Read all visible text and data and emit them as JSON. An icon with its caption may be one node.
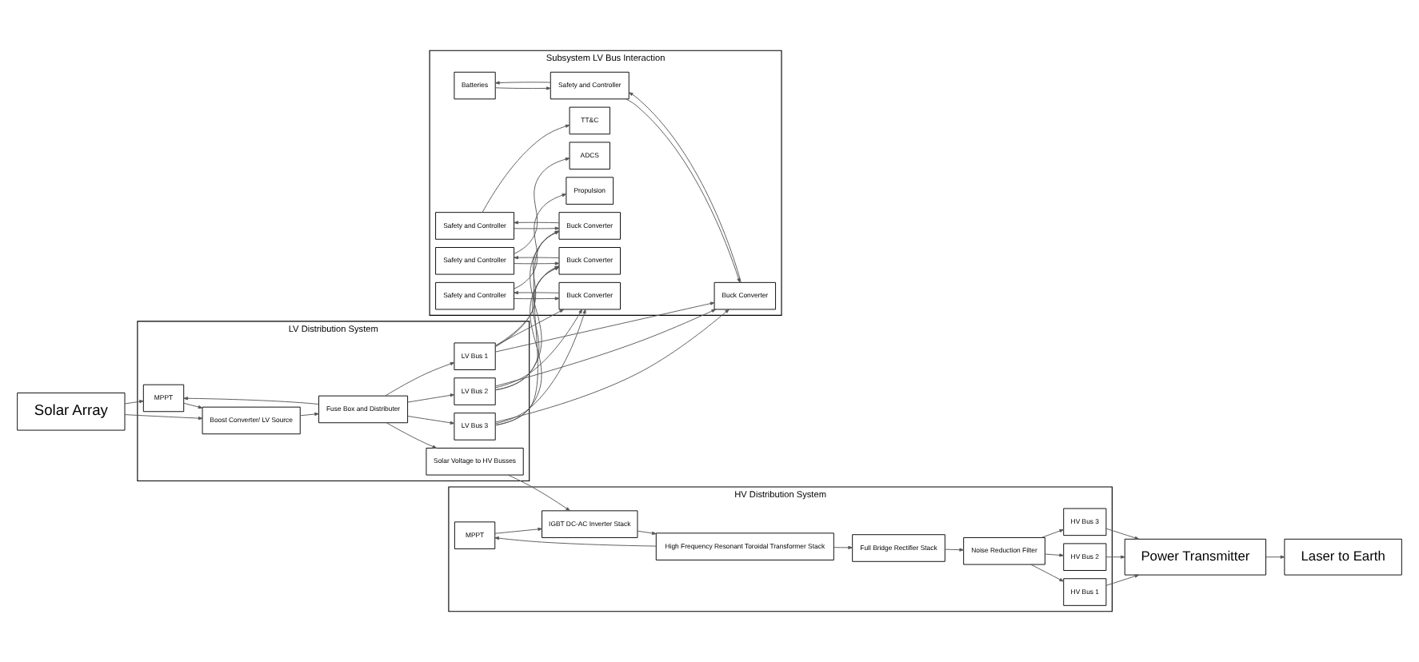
{
  "diagram": {
    "nodes": [
      {
        "text": [
          "Solar Array"
        ]
      },
      {
        "text": [
          "LV Distribution System"
        ]
      },
      {
        "text": [
          "MPPT"
        ],
        "in": 1
      },
      {
        "text": [
          "Boost Converter/ LV Source"
        ],
        "in": 1
      },
      {
        "text": [
          "Fuse Box and Distributer"
        ],
        "in": 1
      },
      {
        "text": [
          "LV Bus 1"
        ],
        "in": 1
      },
      {
        "text": [
          "LV Bus 2"
        ],
        "in": 1
      },
      {
        "text": [
          "LV Bus 3"
        ],
        "in": 1
      },
      {
        "text": [
          "Solar Voltage to HV Busses"
        ],
        "in": 1
      },
      {
        "text": [
          "Subsystem LV Bus Interaction"
        ]
      },
      {
        "text": [
          "TT&C"
        ],
        "in": 9
      },
      {
        "text": [
          "ADCS"
        ],
        "in": 9
      },
      {
        "text": [
          "Propulsion"
        ],
        "in": 9
      },
      {
        "text": [
          "Batteries"
        ],
        "in": 9
      },
      {
        "text": [
          "Safety and Controller"
        ],
        "in": 9
      },
      {
        "text": [
          "Safety and Controller"
        ],
        "in": 9
      },
      {
        "text": [
          "Safety and Controller"
        ],
        "in": 9
      },
      {
        "text": [
          "Safety and Controller"
        ],
        "in": 9
      },
      {
        "text": [
          "Buck Converter"
        ],
        "in": 9
      },
      {
        "text": [
          "Buck Converter"
        ],
        "in": 9
      },
      {
        "text": [
          "Buck Converter"
        ],
        "in": 9
      },
      {
        "text": [
          "Buck Converter"
        ],
        "in": 9
      },
      {
        "text": [
          "HV Distribution System"
        ]
      },
      {
        "text": [
          "MPPT"
        ],
        "in": 22
      },
      {
        "text": [
          "Noise Reduction Filter"
        ],
        "in": 22
      },
      {
        "text": [
          "Full Bridge Rectifier Stack"
        ],
        "in": 22
      },
      {
        "text": [
          "High Frequency Resonant Toroidal Transformer Stack"
        ],
        "in": 22
      },
      {
        "text": [
          "IGBT DC-AC Inverter Stack"
        ],
        "in": 22
      },
      {
        "text": [
          "HV Bus 1"
        ],
        "in": 22
      },
      {
        "text": [
          "HV Bus 2"
        ],
        "in": 22
      },
      {
        "text": [
          "HV Bus 3"
        ],
        "in": 22
      },
      {
        "text": [
          "Power Transmitter"
        ]
      },
      {
        "text": [
          "Laser to Earth"
        ]
      }
    ],
    "edges": [
      {
        "from": 0,
        "to": 2,
        "arrow": "to"
      },
      {
        "from": 0,
        "to": 3,
        "arrow": "to"
      },
      {
        "from": 2,
        "to": 3,
        "arrow": "to"
      },
      {
        "from": 3,
        "to": 4,
        "arrow": "to"
      },
      {
        "from": 4,
        "to": 2,
        "arrow": "to"
      },
      {
        "from": 4,
        "to": 5,
        "arrow": "to"
      },
      {
        "from": 4,
        "to": 6,
        "arrow": "to"
      },
      {
        "from": 4,
        "to": 7,
        "arrow": "to"
      },
      {
        "from": 4,
        "to": 8,
        "arrow": "to"
      },
      {
        "from": 5,
        "to": 18,
        "arrow": "to"
      },
      {
        "from": 5,
        "to": 19,
        "arrow": "to"
      },
      {
        "from": 5,
        "to": 20,
        "arrow": "to"
      },
      {
        "from": 5,
        "to": 21,
        "arrow": "to"
      },
      {
        "from": 6,
        "to": 18,
        "arrow": "to"
      },
      {
        "from": 6,
        "to": 19,
        "arrow": "to"
      },
      {
        "from": 6,
        "to": 20,
        "arrow": "to"
      },
      {
        "from": 6,
        "to": 21,
        "arrow": "to"
      },
      {
        "from": 7,
        "to": 18,
        "arrow": "to"
      },
      {
        "from": 7,
        "to": 19,
        "arrow": "to"
      },
      {
        "from": 7,
        "to": 20,
        "arrow": "to"
      },
      {
        "from": 7,
        "to": 21,
        "arrow": "to"
      },
      {
        "from": 18,
        "to": 14,
        "arrow": "to"
      },
      {
        "from": 14,
        "to": 18,
        "arrow": "to"
      },
      {
        "from": 14,
        "to": 10,
        "arrow": "to"
      },
      {
        "from": 19,
        "to": 15,
        "arrow": "to"
      },
      {
        "from": 15,
        "to": 19,
        "arrow": "to"
      },
      {
        "from": 15,
        "to": 11,
        "arrow": "to"
      },
      {
        "from": 20,
        "to": 16,
        "arrow": "to"
      },
      {
        "from": 16,
        "to": 20,
        "arrow": "to"
      },
      {
        "from": 16,
        "to": 12,
        "arrow": "to"
      },
      {
        "from": 21,
        "to": 17,
        "arrow": "to"
      },
      {
        "from": 17,
        "to": 21,
        "arrow": "to"
      },
      {
        "from": 17,
        "to": 13,
        "arrow": "to"
      },
      {
        "from": 13,
        "to": 17,
        "arrow": "to"
      },
      {
        "from": 8,
        "to": 27,
        "arrow": "to"
      },
      {
        "from": 23,
        "to": 27,
        "arrow": "to"
      },
      {
        "from": 27,
        "to": 26,
        "arrow": "to"
      },
      {
        "from": 26,
        "to": 23,
        "arrow": "to"
      },
      {
        "from": 26,
        "to": 25,
        "arrow": "to"
      },
      {
        "from": 25,
        "to": 24,
        "arrow": "to"
      },
      {
        "from": 24,
        "to": 28,
        "arrow": "to"
      },
      {
        "from": 24,
        "to": 29,
        "arrow": "to"
      },
      {
        "from": 24,
        "to": 30,
        "arrow": "to"
      },
      {
        "from": 28,
        "to": 31,
        "arrow": "to"
      },
      {
        "from": 29,
        "to": 31,
        "arrow": "to"
      },
      {
        "from": 30,
        "to": 31,
        "arrow": "to"
      },
      {
        "from": 31,
        "to": 32,
        "arrow": "to"
      }
    ]
  }
}
